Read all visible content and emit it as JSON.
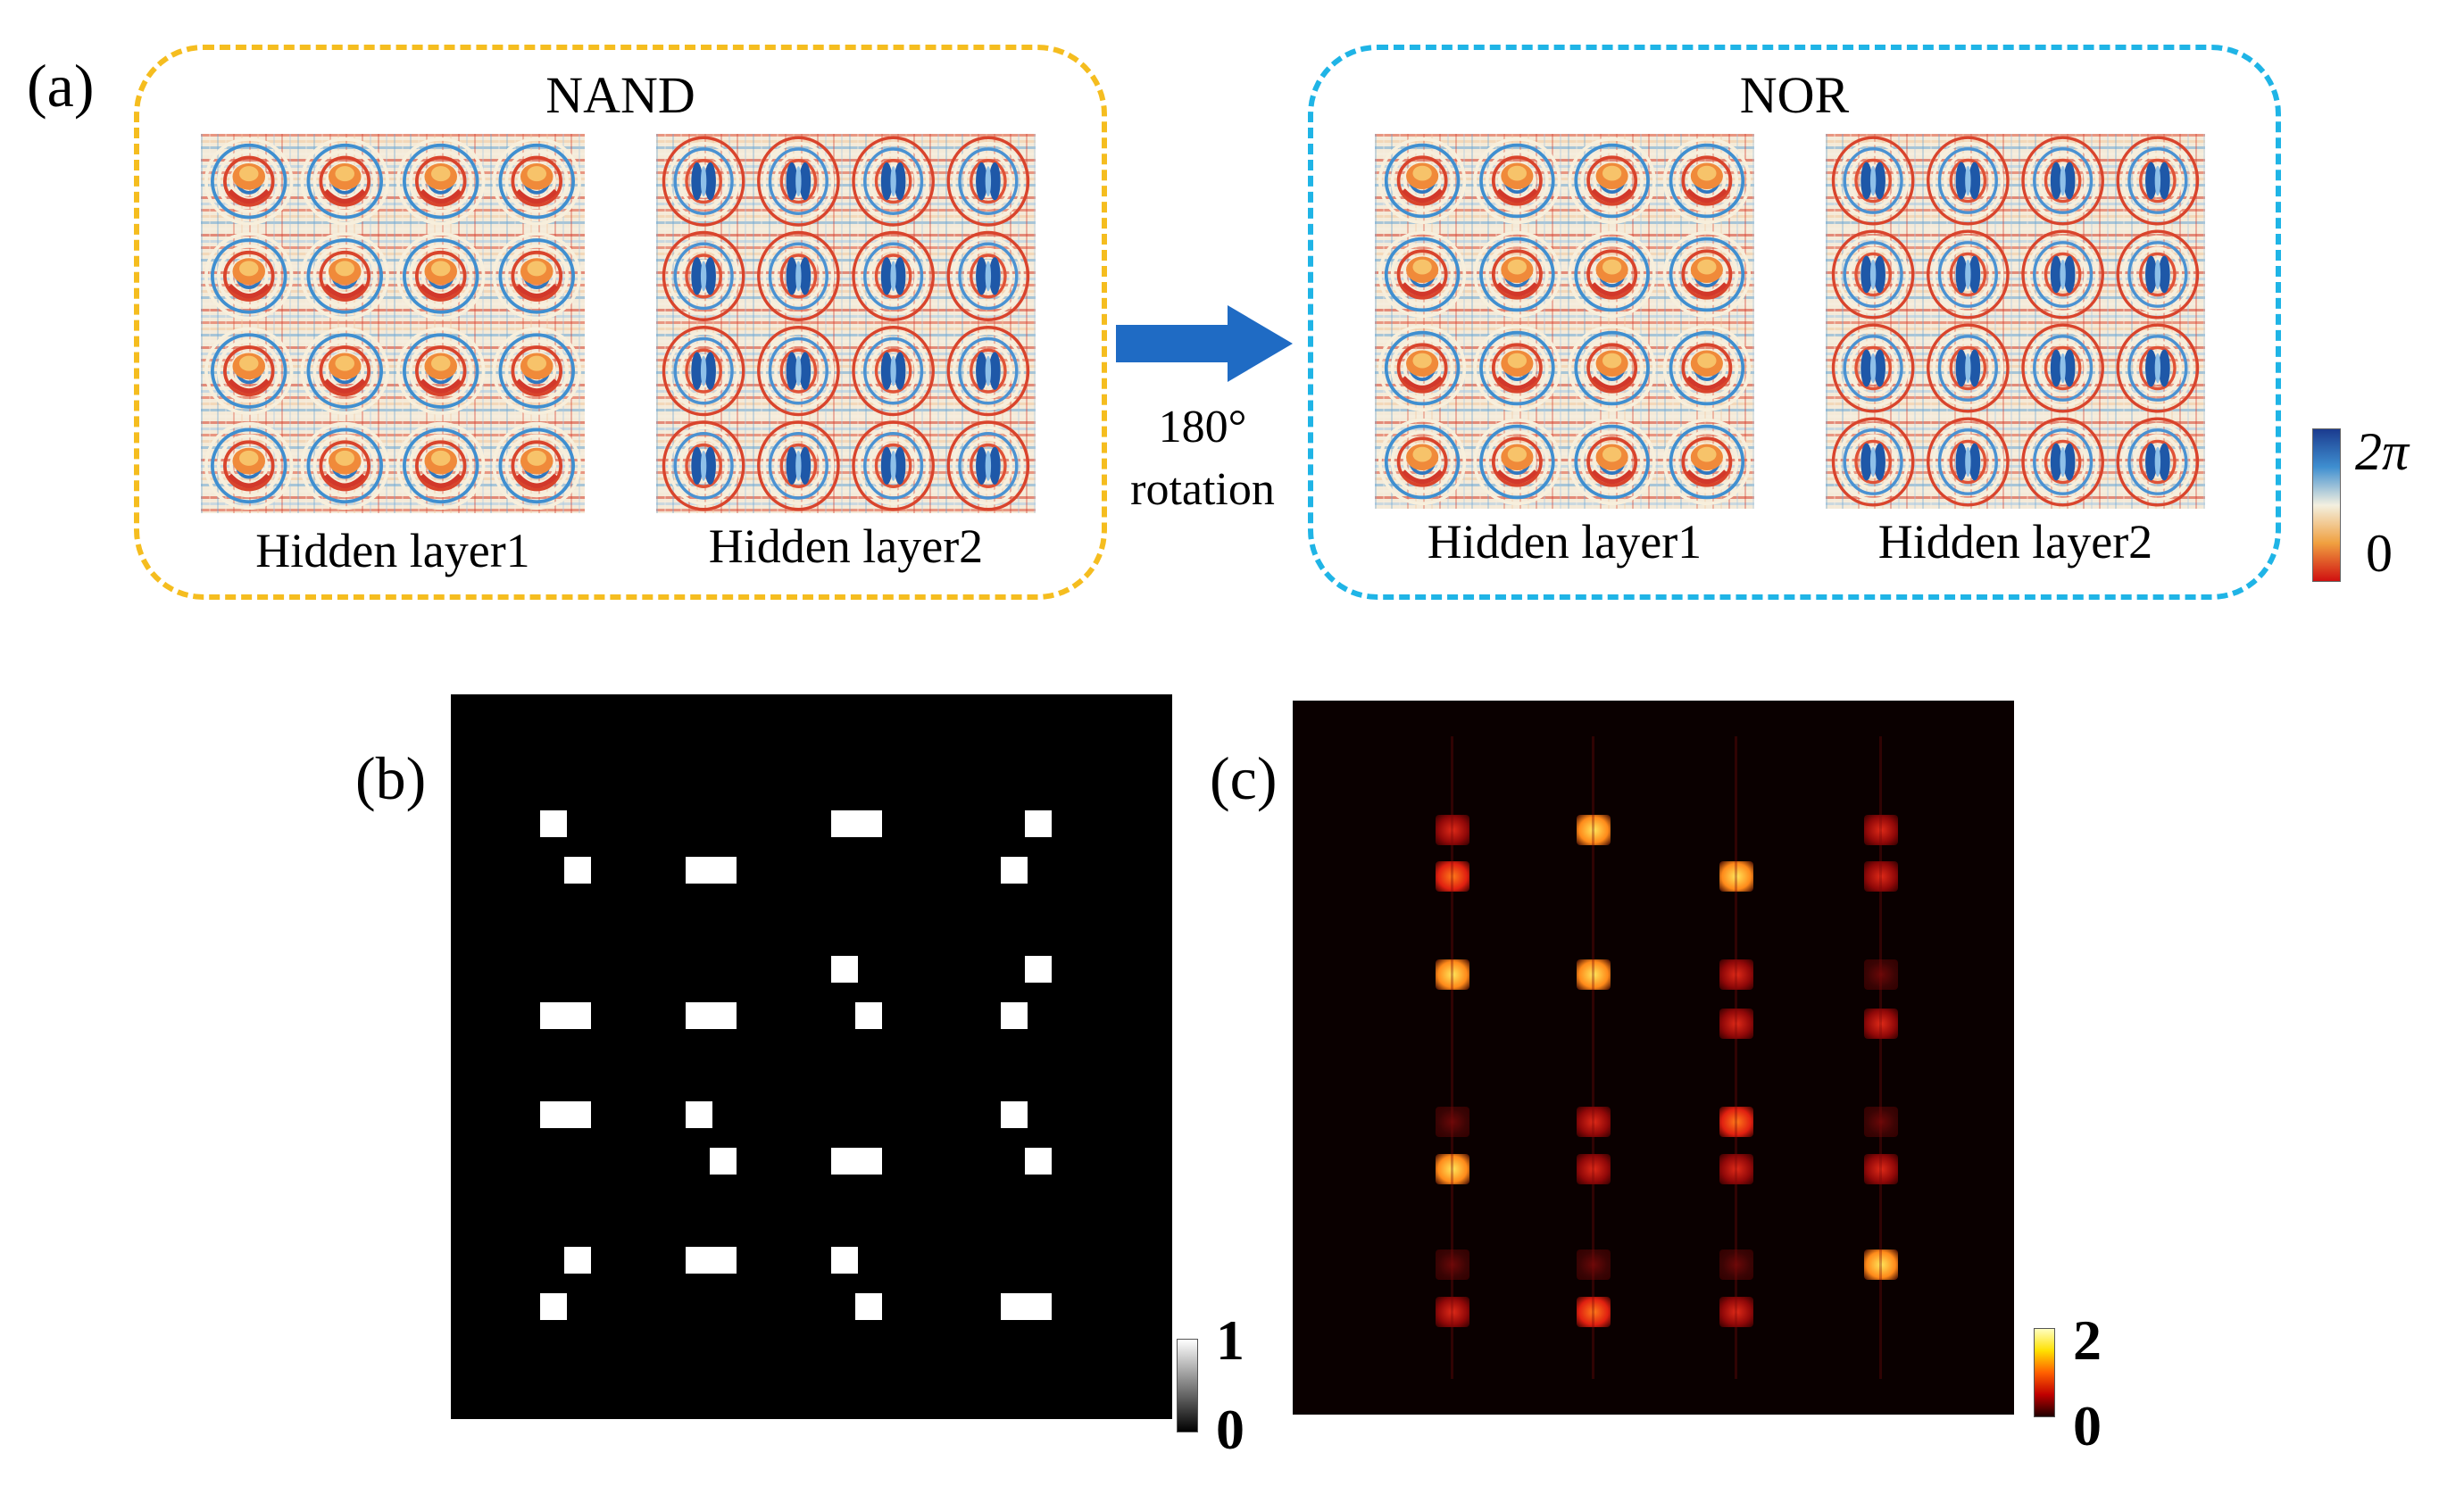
{
  "panel_a": {
    "label": "(a)",
    "nand": {
      "title": "NAND",
      "border_color": "#f5bd1f",
      "layers": [
        {
          "caption": "Hidden layer1",
          "motif": "warm-arches"
        },
        {
          "caption": "Hidden layer2",
          "motif": "blue-cores"
        }
      ]
    },
    "arrow": {
      "color": "#1f6bc4",
      "label_line1": "180°",
      "label_line2": "rotation"
    },
    "nor": {
      "title": "NOR",
      "border_color": "#1fb4e6",
      "layers": [
        {
          "caption": "Hidden layer1",
          "motif": "warm-arches"
        },
        {
          "caption": "Hidden layer2",
          "motif": "blue-cores"
        }
      ]
    },
    "colorbar": {
      "max_label": "2π",
      "min_label": "0",
      "colors": [
        "#1b3b8f",
        "#3f8fd0",
        "#f3f0e0",
        "#f0a040",
        "#d01010"
      ]
    }
  },
  "panel_b": {
    "label": "(b)",
    "colorbar": {
      "max_label": "1",
      "min_label": "0"
    },
    "grid_rows": 8,
    "grid_cols": 12,
    "lit_cells": [
      [
        0,
        0
      ],
      [
        0,
        6
      ],
      [
        0,
        7
      ],
      [
        0,
        11
      ],
      [
        1,
        1
      ],
      [
        1,
        3
      ],
      [
        1,
        4
      ],
      [
        1,
        10
      ],
      [
        2,
        6
      ],
      [
        2,
        11
      ],
      [
        3,
        0
      ],
      [
        3,
        1
      ],
      [
        3,
        3
      ],
      [
        3,
        4
      ],
      [
        3,
        7
      ],
      [
        3,
        10
      ],
      [
        4,
        0
      ],
      [
        4,
        1
      ],
      [
        4,
        3
      ],
      [
        4,
        10
      ],
      [
        5,
        4
      ],
      [
        5,
        6
      ],
      [
        5,
        7
      ],
      [
        5,
        11
      ],
      [
        6,
        1
      ],
      [
        6,
        3
      ],
      [
        6,
        4
      ],
      [
        6,
        6
      ],
      [
        7,
        0
      ],
      [
        7,
        7
      ],
      [
        7,
        10
      ],
      [
        7,
        11
      ]
    ]
  },
  "panel_c": {
    "label": "(c)",
    "colorbar": {
      "max_label": "2",
      "min_label": "0"
    },
    "spots": [
      {
        "r": 0,
        "c": 0,
        "v": 1.1
      },
      {
        "r": 0,
        "c": 1,
        "v": 1.8
      },
      {
        "r": 0,
        "c": 3,
        "v": 0.9
      },
      {
        "r": 1,
        "c": 0,
        "v": 1.2
      },
      {
        "r": 1,
        "c": 2,
        "v": 1.9
      },
      {
        "r": 1,
        "c": 3,
        "v": 1.1
      },
      {
        "r": 2,
        "c": 0,
        "v": 1.9
      },
      {
        "r": 2,
        "c": 1,
        "v": 1.8
      },
      {
        "r": 2,
        "c": 2,
        "v": 0.8
      },
      {
        "r": 2,
        "c": 3,
        "v": 0.7
      },
      {
        "r": 3,
        "c": 2,
        "v": 1.0
      },
      {
        "r": 3,
        "c": 3,
        "v": 1.0
      },
      {
        "r": 4,
        "c": 0,
        "v": 0.3
      },
      {
        "r": 4,
        "c": 1,
        "v": 0.8
      },
      {
        "r": 4,
        "c": 2,
        "v": 1.6
      },
      {
        "r": 4,
        "c": 3,
        "v": 0.6
      },
      {
        "r": 5,
        "c": 0,
        "v": 1.8
      },
      {
        "r": 5,
        "c": 1,
        "v": 1.0
      },
      {
        "r": 5,
        "c": 2,
        "v": 1.0
      },
      {
        "r": 5,
        "c": 3,
        "v": 1.0
      },
      {
        "r": 6,
        "c": 0,
        "v": 0.5
      },
      {
        "r": 6,
        "c": 1,
        "v": 0.3
      },
      {
        "r": 6,
        "c": 2,
        "v": 0.6
      },
      {
        "r": 6,
        "c": 3,
        "v": 1.7
      },
      {
        "r": 7,
        "c": 0,
        "v": 1.1
      },
      {
        "r": 7,
        "c": 1,
        "v": 1.5
      },
      {
        "r": 7,
        "c": 2,
        "v": 1.0
      }
    ]
  }
}
